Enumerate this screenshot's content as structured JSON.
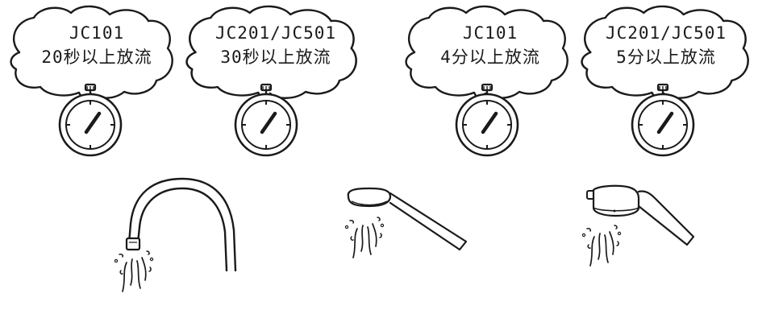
{
  "panels": [
    {
      "model": "JC101",
      "duration": "20秒以上放流",
      "faucet": "gooseneck-faucet"
    },
    {
      "model": "JC201/JC501",
      "duration": "30秒以上放流",
      "faucet": "none"
    },
    {
      "model": "JC101",
      "duration": "4分以上放流",
      "faucet": "shower-head-slim"
    },
    {
      "model": "JC201/JC501",
      "duration": "5分以上放流",
      "faucet": "shower-head-cartridge"
    }
  ],
  "icons": [
    "stopwatch-icon",
    "speech-bubble",
    "water-splash"
  ],
  "colors": {
    "ink": "#1a1a1a",
    "background": "#ffffff"
  }
}
